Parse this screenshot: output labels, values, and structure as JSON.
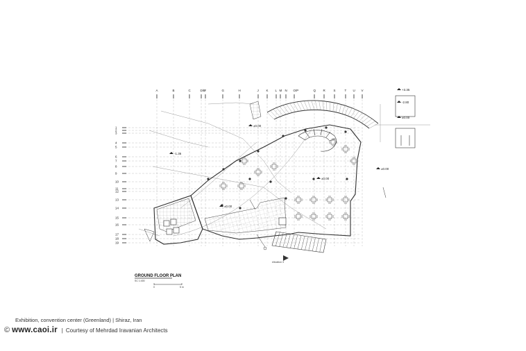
{
  "drawing": {
    "title": "GROUND FLOOR PLAN",
    "scale_label": "SC     1:400",
    "scale_bar_start": "0",
    "scale_bar_end": "5 m",
    "elevation_label": "elevation 3",
    "column_grid": [
      "A",
      "B",
      "C",
      "D/E",
      "F",
      "G",
      "H",
      "J",
      "K",
      "L",
      "M",
      "N",
      "O/P",
      "Q",
      "R",
      "S",
      "T",
      "U",
      "V"
    ],
    "row_grid": [
      "1",
      "2",
      "3",
      "4",
      "5",
      "6",
      "7",
      "8",
      "9",
      "10",
      "11",
      "12",
      "13",
      "14",
      "15",
      "16",
      "17",
      "18",
      "19"
    ],
    "levels": [
      "+3.35",
      "-2.80",
      "±0.00",
      "±0.00",
      "-1.36",
      "±0.00",
      "±0.00",
      "±0.00"
    ]
  },
  "caption": {
    "text": "Exhibition, convention center (Greenland)  |  Shiraz, Iran"
  },
  "footer": {
    "copyright_symbol": "©",
    "site": "www.caoi.ir",
    "separator": "|",
    "credit": "Courtesy of Mehrdad Iravanian Architects"
  },
  "colors": {
    "line": "#3a3a3a",
    "light_line": "#9a9a9a",
    "background": "#ffffff"
  }
}
